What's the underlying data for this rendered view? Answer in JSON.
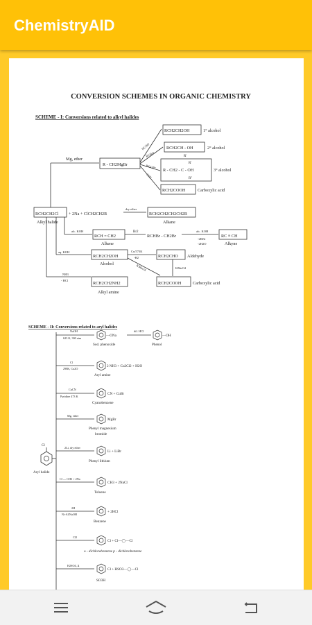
{
  "app": {
    "title": "ChemistryAID"
  },
  "doc": {
    "heading": "CONVERSION SCHEMES IN ORGANIC CHEMISTRY",
    "scheme1": {
      "title": "SCHEME - I: Conversions related to alkyl halides",
      "start": "RCH2CH2Cl",
      "start_label": "Alkyl halide",
      "mg_label": "Mg, ether",
      "grignard": "R - CH2MgBr",
      "hcho": "HCHO",
      "rcho": "RCHO",
      "rcor": "R'COR''",
      "co2": "CO2",
      "p1": "RCH2CH2OH",
      "p1_label": "1° alcohol",
      "p2": "RCH2CH - OH",
      "p2_sub": "R'",
      "p2_label": "2° alcohol",
      "p3_top": "R'",
      "p3": "R - CH2 - C - OH",
      "p3_sub": "R''",
      "p3_label": "3° alcohol",
      "p4": "RCH2COOH",
      "p4_label": "Carboxylic acid",
      "wurtz": "+ 2Na + ClCH2CH2R",
      "dry_ether": "dry ether",
      "alkane": "RCH2CH2CH2CH2R",
      "alkane_label": "Alkane",
      "alc_koh": "alc. KOH",
      "alkene": "RCH = CH2",
      "alkene_label": "Alkene",
      "br2": "Br2",
      "dibromide": "RCHBr - CH2Br",
      "alc_koh2": "alc. KOH",
      "minus_2kbr": "-2KBr",
      "minus_2h2o": "-2H2O",
      "alkyne": "RC ≡ CH",
      "alkyne_label": "Alkyne",
      "aq_koh": "aq. KOH",
      "alcohol": "RCH2CH2OH",
      "alcohol_label": "Alcohol",
      "cu_cond": "Cu/573K",
      "minus_h2": "-H2",
      "aldehyde": "RCH2CHO",
      "aldehyde_label": "Aldehyde",
      "kmno4": "KMnO4",
      "kmno4b": "KMnO4",
      "acid": "RCH2COOH",
      "acid_label": "Carboxylic acid",
      "nh3": "NH3",
      "minus_hcl": "- HCl",
      "amine": "RCH2CH2NH2",
      "amine_label": "Alkyl amine"
    },
    "scheme2": {
      "title": "SCHEME - II: Conversions related to aryl halides",
      "start_label": "Aryl halide",
      "rows": [
        {
          "reagent_top": "NaOH",
          "reagent_bot": "623 K, 300 atm",
          "product": "—ONa",
          "extra_reagent": "dil. HCl",
          "extra_product": "—OH",
          "label": "Sod. phenoxide",
          "label2": "Phenol"
        },
        {
          "reagent_top": "Cl",
          "reagent_bot": "298K, Cu2O",
          "product": "2 NH3 + Cu2Cl2 + H2O",
          "label": "Aryl amine"
        },
        {
          "reagent_top": "CuCN",
          "reagent_bot": "Pyridine 473 K",
          "product": "CN + CuBr",
          "label": "Cyanobenzene"
        },
        {
          "reagent_top": "Mg, ether",
          "reagent_bot": "",
          "product": "MgBr",
          "label": "Phenyl magnesium",
          "label2": "bromide"
        },
        {
          "reagent_top": "2Li, dry ether",
          "reagent_bot": "",
          "product": "Li + LiBr",
          "label": "Phenyl lithium"
        },
        {
          "reagent_top": "Cl — CH3 + 2Na",
          "reagent_bot": "",
          "product": "CH3 + 2NaCl",
          "label": "Toluene"
        },
        {
          "reagent_top": "2H",
          "reagent_bot": "Ni-Al/NaOH",
          "product": "+ 2HCl",
          "label": "Benzene"
        },
        {
          "reagent_top": "Cl2",
          "reagent_bot": "",
          "product": "Cl   +   Cl—◯—Cl",
          "label": "o - dichlorobenzene   p - dichlorobenzene"
        },
        {
          "reagent_top": "H2SO4, Δ",
          "reagent_bot": "",
          "product": "Cl   +   HSO3—◯—Cl",
          "label": "SO3H"
        }
      ]
    }
  },
  "nav": {
    "menu": "menu-icon",
    "home": "home-icon",
    "back": "back-icon"
  }
}
